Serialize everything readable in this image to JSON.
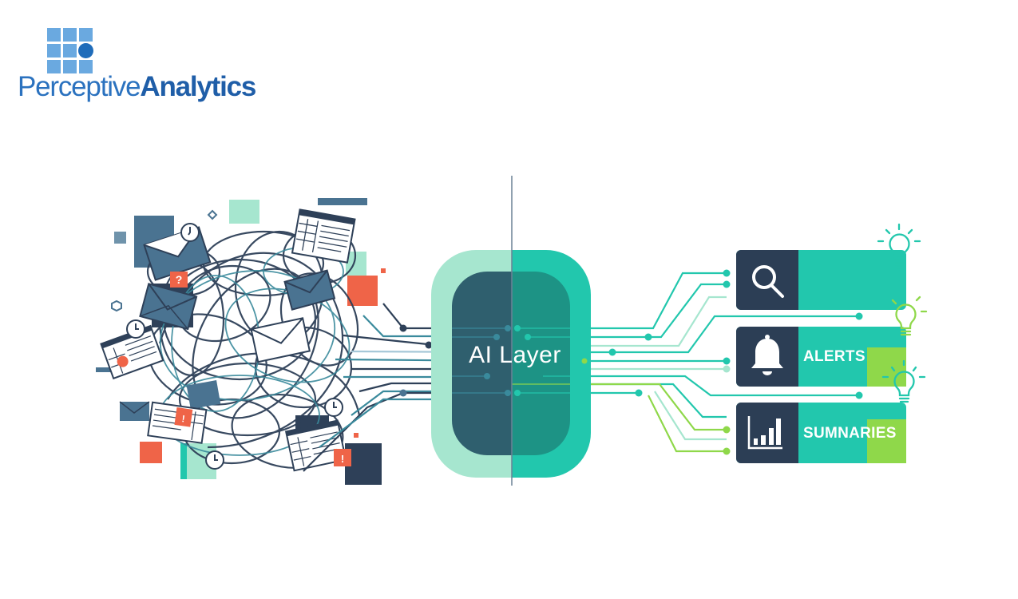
{
  "logo": {
    "name_light": "Perceptive",
    "name_bold": "Analytics",
    "colors": {
      "light": "#2b72bf",
      "bold": "#1f5ea8",
      "grid": "#6aa9e0",
      "dot": "#1f6cba"
    }
  },
  "diagram": {
    "center": {
      "label": "AI Layer",
      "colors": {
        "outer_left": "#a6e6cf",
        "outer_right": "#22c7ad",
        "inner_left": "#2f5f6e",
        "inner_right": "#1d9385"
      }
    },
    "input_cluster": {
      "description": "tangled data: emails, spreadsheets, clocks, alerts",
      "icons": [
        "envelope-icon",
        "spreadsheet-icon",
        "clock-icon",
        "question-icon",
        "alert-icon"
      ],
      "colors": {
        "navy": "#2e4058",
        "steel": "#4a7391",
        "teal": "#3a8a9c",
        "orange": "#ef6448",
        "mint": "#a6e6cf"
      }
    },
    "outputs": [
      {
        "icon": "search-icon",
        "label": ""
      },
      {
        "icon": "bell-icon",
        "label": "ALERTS"
      },
      {
        "icon": "bar-chart-icon",
        "label": "SUMNARIES"
      }
    ],
    "output_colors": {
      "icon_panel": "#2c3e55",
      "body": "#22c7ad",
      "accent": "#8fd84a"
    },
    "lightbulb_colors": [
      "#22c7ad",
      "#8fd84a",
      "#22c7ad"
    ],
    "line_colors": {
      "navy": "#2e4058",
      "teal": "#22c7ad",
      "light_teal": "#a6e6cf",
      "green": "#8fd84a"
    }
  }
}
